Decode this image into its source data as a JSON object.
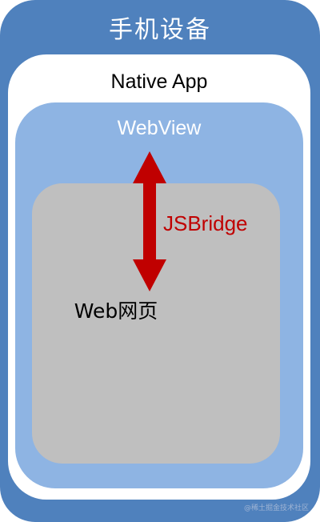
{
  "device": {
    "title": "手机设备",
    "color": "#4f81bd"
  },
  "native_app": {
    "title": "Native App",
    "color": "#ffffff"
  },
  "webview": {
    "title": "WebView",
    "color": "#8eb4e3"
  },
  "webpage": {
    "title": "Web网页",
    "color": "#bfbfbf"
  },
  "bridge": {
    "label": "JSBridge",
    "direction": "bidirectional",
    "color": "#c00000"
  },
  "watermark": "@稀土掘金技术社区"
}
